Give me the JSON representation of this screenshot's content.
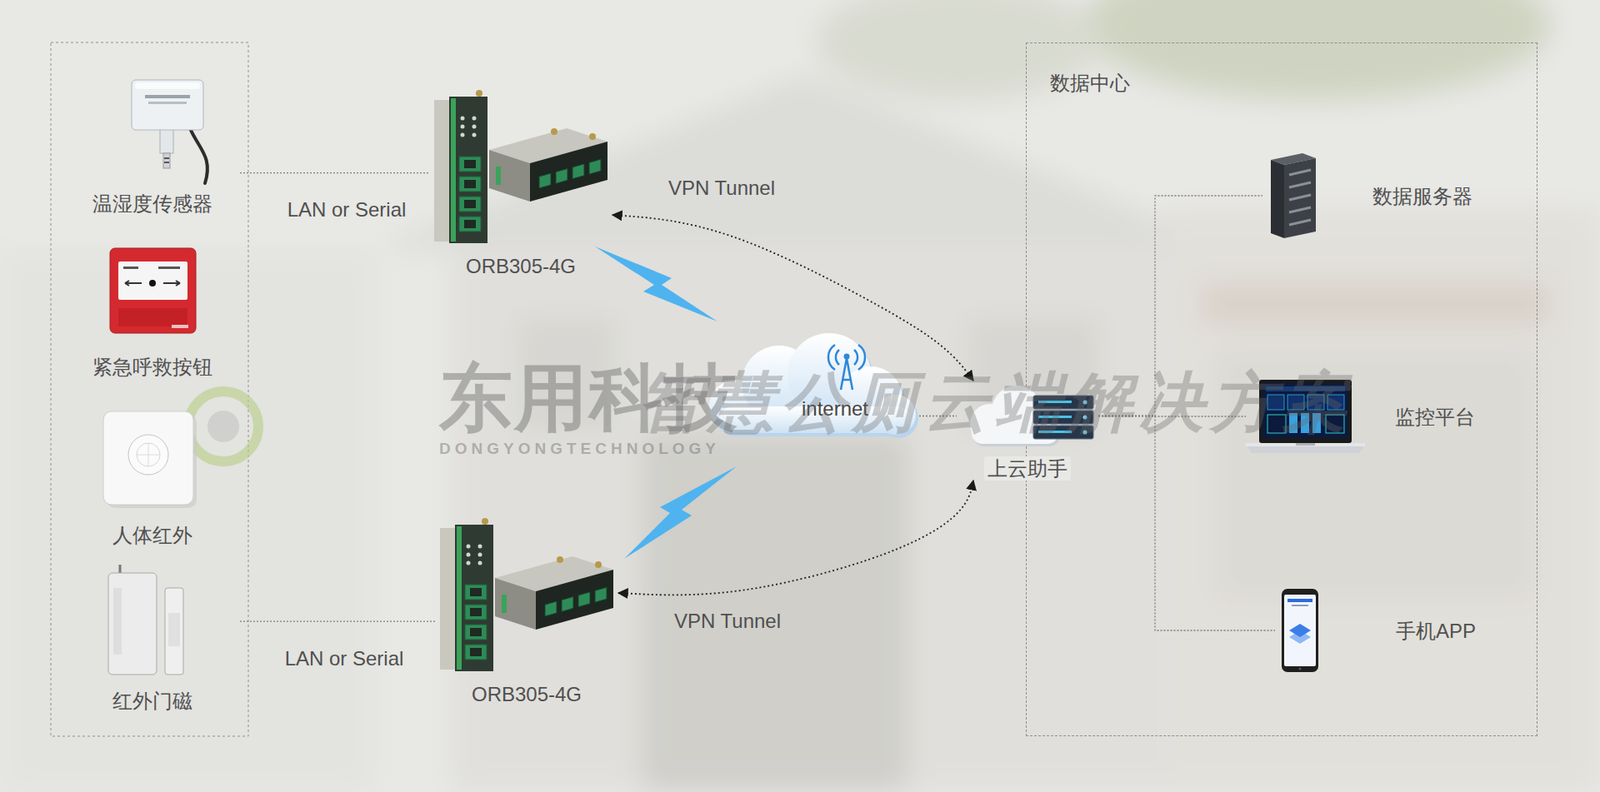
{
  "diagram": {
    "nodes": [
      {
        "text": [
          "温湿度传感器"
        ]
      },
      {
        "text": [
          "紧急呼救按钮"
        ]
      },
      {
        "text": [
          "人体红外"
        ]
      },
      {
        "text": [
          "红外门磁"
        ]
      },
      {
        "text": [
          "ORB305-4G"
        ]
      },
      {
        "text": [
          "ORB305-4G"
        ]
      },
      {
        "text": [
          "internet"
        ]
      },
      {
        "text": [
          "上云助手"
        ]
      },
      {
        "text": [
          "数据中心"
        ]
      },
      {
        "text": [
          "数据服务器"
        ],
        "in": 8
      },
      {
        "text": [
          "监控平台"
        ],
        "in": 8
      },
      {
        "text": [
          "手机APP"
        ],
        "in": 8
      }
    ],
    "edges": [
      {
        "from": 0,
        "to": 4,
        "arrow": "none",
        "label": "LAN or Serial"
      },
      {
        "from": 3,
        "to": 5,
        "arrow": "none",
        "label": "LAN or Serial"
      },
      {
        "from": 4,
        "to": 7,
        "arrow": "both",
        "label": "VPN Tunnel"
      },
      {
        "from": 5,
        "to": 7,
        "arrow": "both",
        "label": "VPN Tunnel"
      },
      {
        "from": 6,
        "to": 7,
        "arrow": "none"
      },
      {
        "from": 7,
        "to": 9,
        "arrow": "none"
      },
      {
        "from": 7,
        "to": 10,
        "arrow": "none"
      },
      {
        "from": 7,
        "to": 11,
        "arrow": "none"
      }
    ],
    "labels": [
      "东用科技",
      "DONGYONGTECHNOLOGY",
      "智慧公厕云端解决方案"
    ]
  }
}
